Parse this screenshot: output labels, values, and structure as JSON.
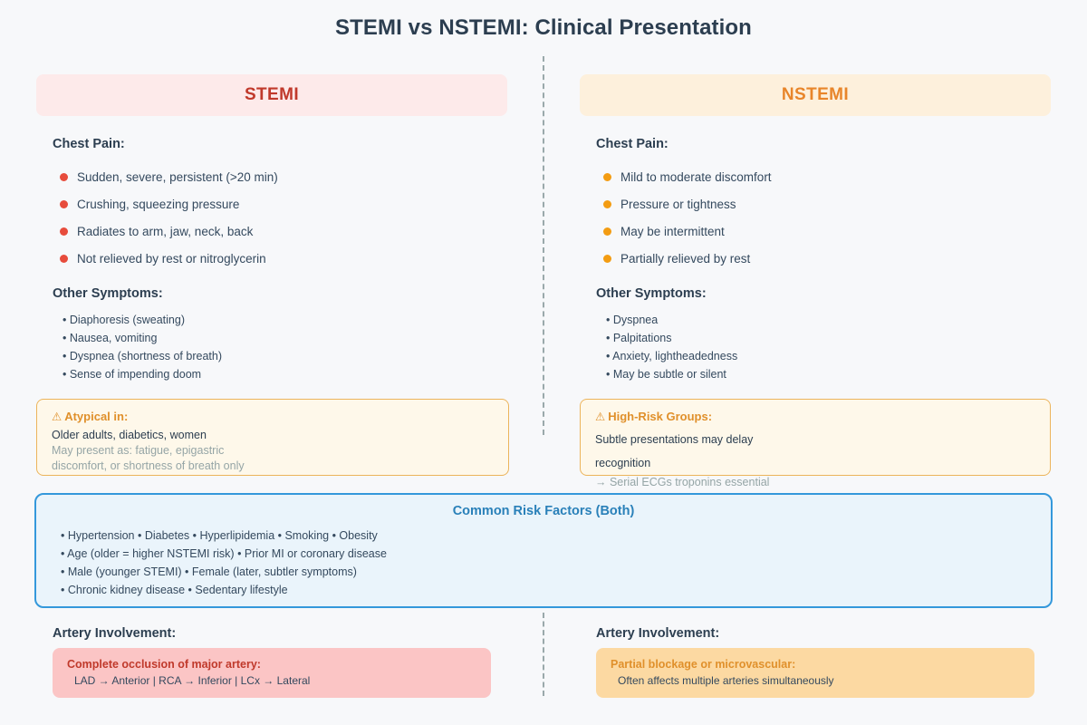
{
  "page": {
    "title": "STEMI vs NSTEMI: Clinical Presentation",
    "background_color": "#f7f8fa",
    "title_color": "#2c3e50"
  },
  "divider": {
    "style": "dashed",
    "color": "#9aa9ab"
  },
  "columns": {
    "left": {
      "pill_label": "STEMI",
      "accent_color": "#c0392b",
      "pill_background": "#fdeaea",
      "bullet_color": "#e74c3c",
      "chest_pain": {
        "heading": "Chest Pain:",
        "items": [
          "Sudden, severe, persistent (>20 min)",
          "Crushing, squeezing pressure",
          "Radiates to arm, jaw, neck, back",
          "Not relieved by rest or nitroglycerin"
        ]
      },
      "other_symptoms": {
        "heading": "Other Symptoms:",
        "items": [
          "• Diaphoresis (sweating)",
          "• Nausea, vomiting",
          "• Dyspnea (shortness of breath)",
          "• Sense of impending doom"
        ]
      },
      "callout": {
        "icon": "warning-triangle-icon",
        "glyph": "⚠",
        "title": "Atypical in:",
        "main": "Older adults, diabetics, women",
        "sub_line_1": "May present as: fatigue, epigastric",
        "sub_line_2": "discomfort, or shortness of breath only",
        "border_color": "#ecb45b",
        "background": "#fef8ea",
        "title_color": "#e0902b"
      },
      "artery": {
        "heading": "Artery Involvement:",
        "box_title": "Complete occlusion of major artery:",
        "box_detail": "LAD → Anterior | RCA → Inferior | LCx → Lateral",
        "box_background": "#fbc5c5",
        "box_title_color": "#c0392b"
      }
    },
    "right": {
      "pill_label": "NSTEMI",
      "accent_color": "#e8852a",
      "pill_background": "#fdf0dc",
      "bullet_color": "#f39c12",
      "chest_pain": {
        "heading": "Chest Pain:",
        "items": [
          "Mild to moderate discomfort",
          "Pressure or tightness",
          "May be intermittent",
          "Partially relieved by rest"
        ]
      },
      "other_symptoms": {
        "heading": "Other Symptoms:",
        "items": [
          "• Dyspnea",
          "• Palpitations",
          "• Anxiety, lightheadedness",
          "• May be subtle or silent"
        ]
      },
      "callout": {
        "icon": "warning-triangle-icon",
        "glyph": "⚠",
        "title": "High-Risk Groups:",
        "main_line_1": "Subtle presentations may delay",
        "main_line_2": "recognition",
        "sub": "→ Serial ECGs troponins essential",
        "border_color": "#ecb45b",
        "background": "#fef8ea",
        "title_color": "#e0902b"
      },
      "artery": {
        "heading": "Artery Involvement:",
        "box_title": "Partial blockage or microvascular:",
        "box_detail": "Often affects multiple arteries simultaneously",
        "box_background": "#fcd9a2",
        "box_title_color": "#e0902b"
      }
    }
  },
  "risk_panel": {
    "title": "Common Risk Factors (Both)",
    "title_color": "#2980b9",
    "border_color": "#3498db",
    "background": "#eaf4fb",
    "items": [
      "• Hypertension • Diabetes • Hyperlipidemia • Smoking • Obesity",
      "• Age (older = higher NSTEMI risk) • Prior MI or coronary disease",
      "• Male (younger STEMI) • Female (later, subtler symptoms)",
      "• Chronic kidney disease • Sedentary lifestyle"
    ]
  }
}
